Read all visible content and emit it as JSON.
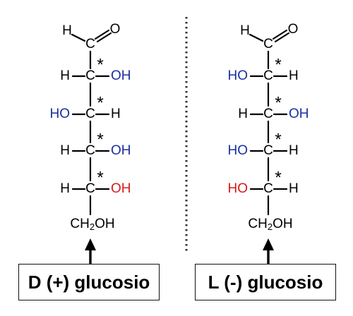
{
  "colors": {
    "bond": "#000000",
    "atom": "#000000",
    "blue_oh": "#1a2fa0",
    "red_oh": "#d61b1b",
    "divider": "#333333"
  },
  "atoms": {
    "h": "H",
    "c": "C",
    "o": "O",
    "oh": "OH",
    "ho": "HO",
    "ch2oh_main": "CH",
    "ch2oh_sub": "2",
    "ch2oh_tail": "OH",
    "star": "*"
  },
  "molecules": {
    "d": {
      "label": "D (+) glucosio",
      "rows": [
        {
          "left": "H",
          "right": "OH",
          "oh_color": "blue"
        },
        {
          "left": "HO",
          "right": "H",
          "oh_color": "blue"
        },
        {
          "left": "H",
          "right": "OH",
          "oh_color": "blue"
        },
        {
          "left": "H",
          "right": "OH",
          "oh_color": "red"
        }
      ]
    },
    "l": {
      "label": "L (-) glucosio",
      "rows": [
        {
          "left": "HO",
          "right": "H",
          "oh_color": "blue"
        },
        {
          "left": "H",
          "right": "OH",
          "oh_color": "blue"
        },
        {
          "left": "HO",
          "right": "H",
          "oh_color": "blue"
        },
        {
          "left": "HO",
          "right": "H",
          "oh_color": "red"
        }
      ]
    }
  }
}
